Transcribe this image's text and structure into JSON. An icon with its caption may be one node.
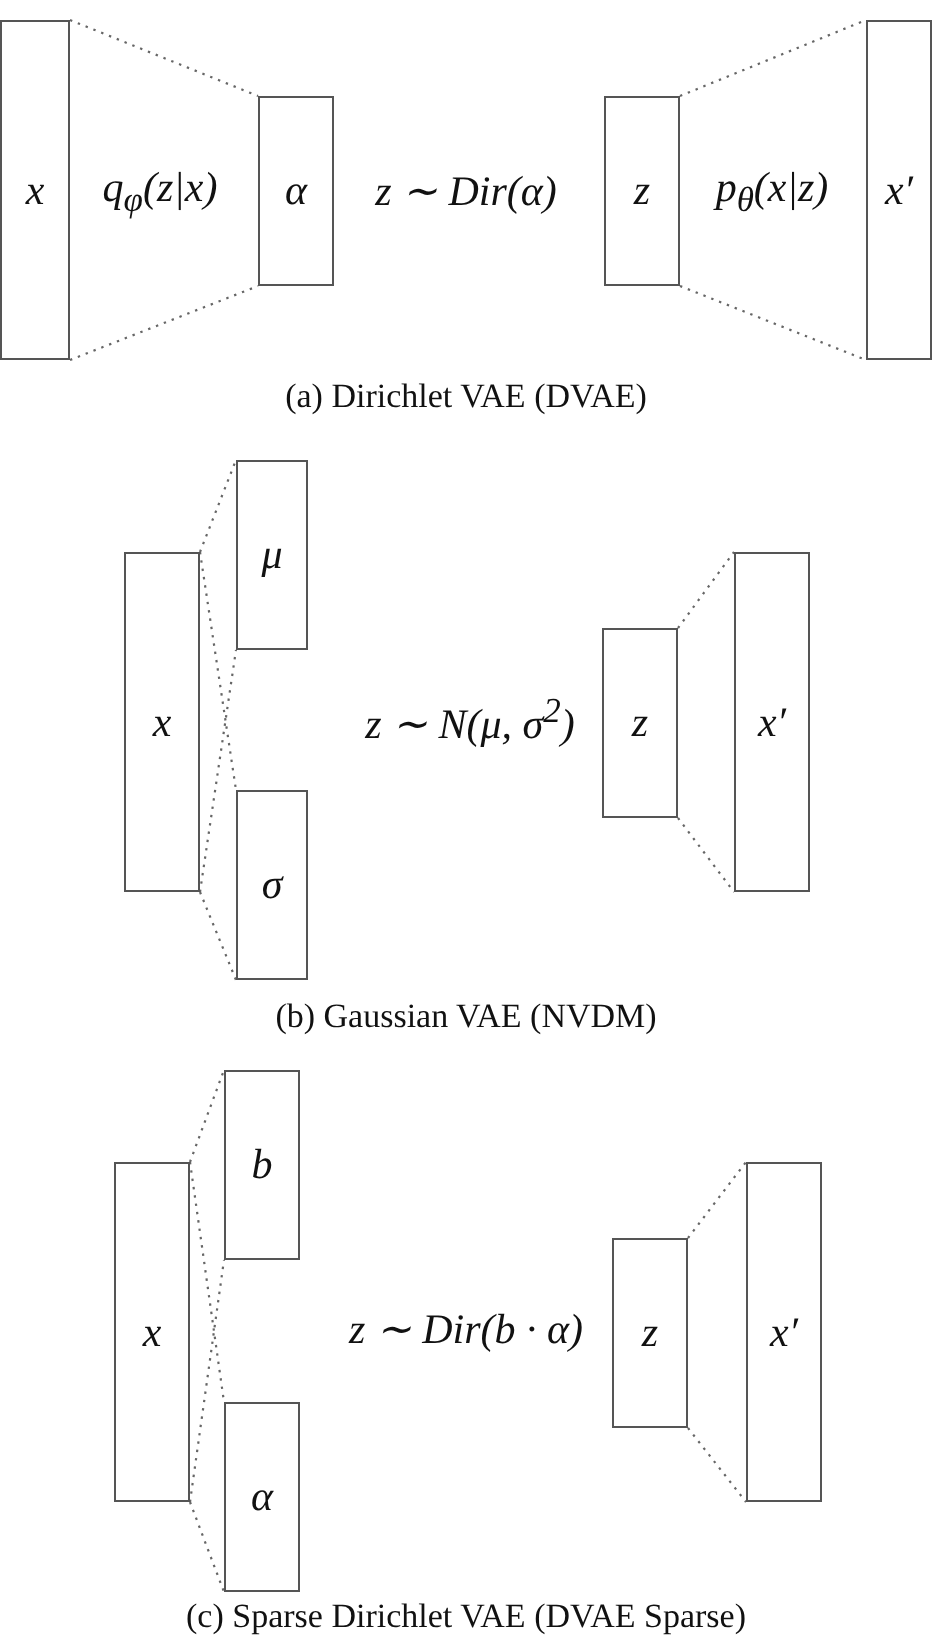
{
  "diagram": {
    "nodes": [
      {
        "text": [
          "x"
        ]
      },
      {
        "text": [
          "α"
        ]
      },
      {
        "text": [
          "z"
        ]
      },
      {
        "text": [
          "x′"
        ]
      },
      {
        "text": [
          "x"
        ]
      },
      {
        "text": [
          "μ"
        ]
      },
      {
        "text": [
          "σ"
        ]
      },
      {
        "text": [
          "z"
        ]
      },
      {
        "text": [
          "x′"
        ]
      },
      {
        "text": [
          "x"
        ]
      },
      {
        "text": [
          "b"
        ]
      },
      {
        "text": [
          "α"
        ]
      },
      {
        "text": [
          "z"
        ]
      },
      {
        "text": [
          "x′"
        ]
      }
    ],
    "edges": [
      {
        "from": 0,
        "to": 1,
        "arrow": "none",
        "style": "dashed"
      },
      {
        "from": 0,
        "to": 1,
        "arrow": "none",
        "style": "dashed"
      },
      {
        "from": 2,
        "to": 3,
        "arrow": "none",
        "style": "dashed"
      },
      {
        "from": 2,
        "to": 3,
        "arrow": "none",
        "style": "dashed"
      },
      {
        "from": 4,
        "to": 5,
        "arrow": "none",
        "style": "dashed"
      },
      {
        "from": 4,
        "to": 5,
        "arrow": "none",
        "style": "dashed"
      },
      {
        "from": 4,
        "to": 6,
        "arrow": "none",
        "style": "dashed"
      },
      {
        "from": 4,
        "to": 6,
        "arrow": "none",
        "style": "dashed"
      },
      {
        "from": 7,
        "to": 8,
        "arrow": "none",
        "style": "dashed"
      },
      {
        "from": 7,
        "to": 8,
        "arrow": "none",
        "style": "dashed"
      },
      {
        "from": 9,
        "to": 10,
        "arrow": "none",
        "style": "dashed"
      },
      {
        "from": 9,
        "to": 10,
        "arrow": "none",
        "style": "dashed"
      },
      {
        "from": 9,
        "to": 11,
        "arrow": "none",
        "style": "dashed"
      },
      {
        "from": 9,
        "to": 11,
        "arrow": "none",
        "style": "dashed"
      },
      {
        "from": 12,
        "to": 13,
        "arrow": "none",
        "style": "dashed"
      },
      {
        "from": 12,
        "to": 13,
        "arrow": "none",
        "style": "dashed"
      }
    ],
    "labels": [
      "q$_{φ}$(z|x)",
      "z ∼ Dir(α)",
      "p$_{θ}$(x|z)",
      "(a) Dirichlet VAE (DVAE)",
      "z ∼ N(μ, σ$^{2}$)",
      "(b) Gaussian VAE (NVDM)",
      "z ∼ Dir(b · α)",
      "(c) Sparse Dirichlet VAE (DVAE Sparse)"
    ]
  }
}
